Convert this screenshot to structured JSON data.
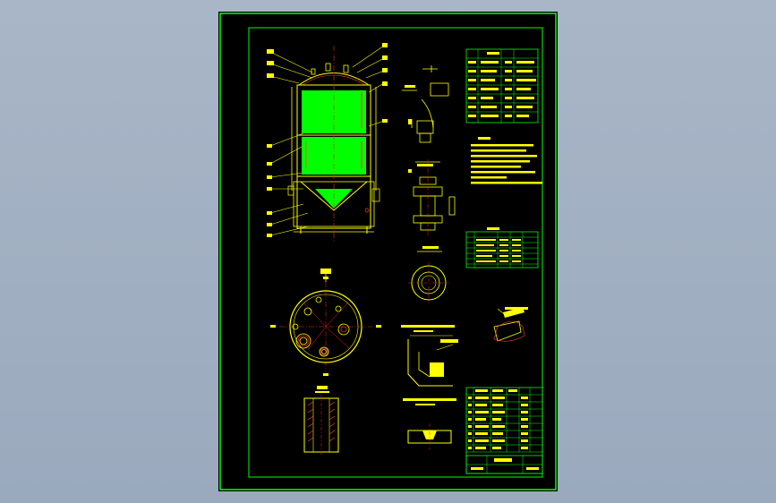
{
  "viewer": {
    "background_colors": [
      "#a9b6c8",
      "#9aa9bd"
    ]
  },
  "drawing": {
    "sheet_color": "#000000",
    "border_color": "#00ff00",
    "line_color": "#ffff00",
    "fill_color": "#00ff00",
    "center_line_color": "#ff2020",
    "accent_color": "#ff4040",
    "views": [
      "elevation-view",
      "top-plan-view",
      "nozzle-detail-a",
      "nozzle-detail-b",
      "flange-ring-detail",
      "weld-detail-1",
      "weld-detail-2",
      "heating-coil-section",
      "iso-sketch"
    ],
    "tables": [
      "technical-spec-table",
      "technical-notes-block",
      "nozzle-schedule-table",
      "parts-list-title-block"
    ]
  }
}
